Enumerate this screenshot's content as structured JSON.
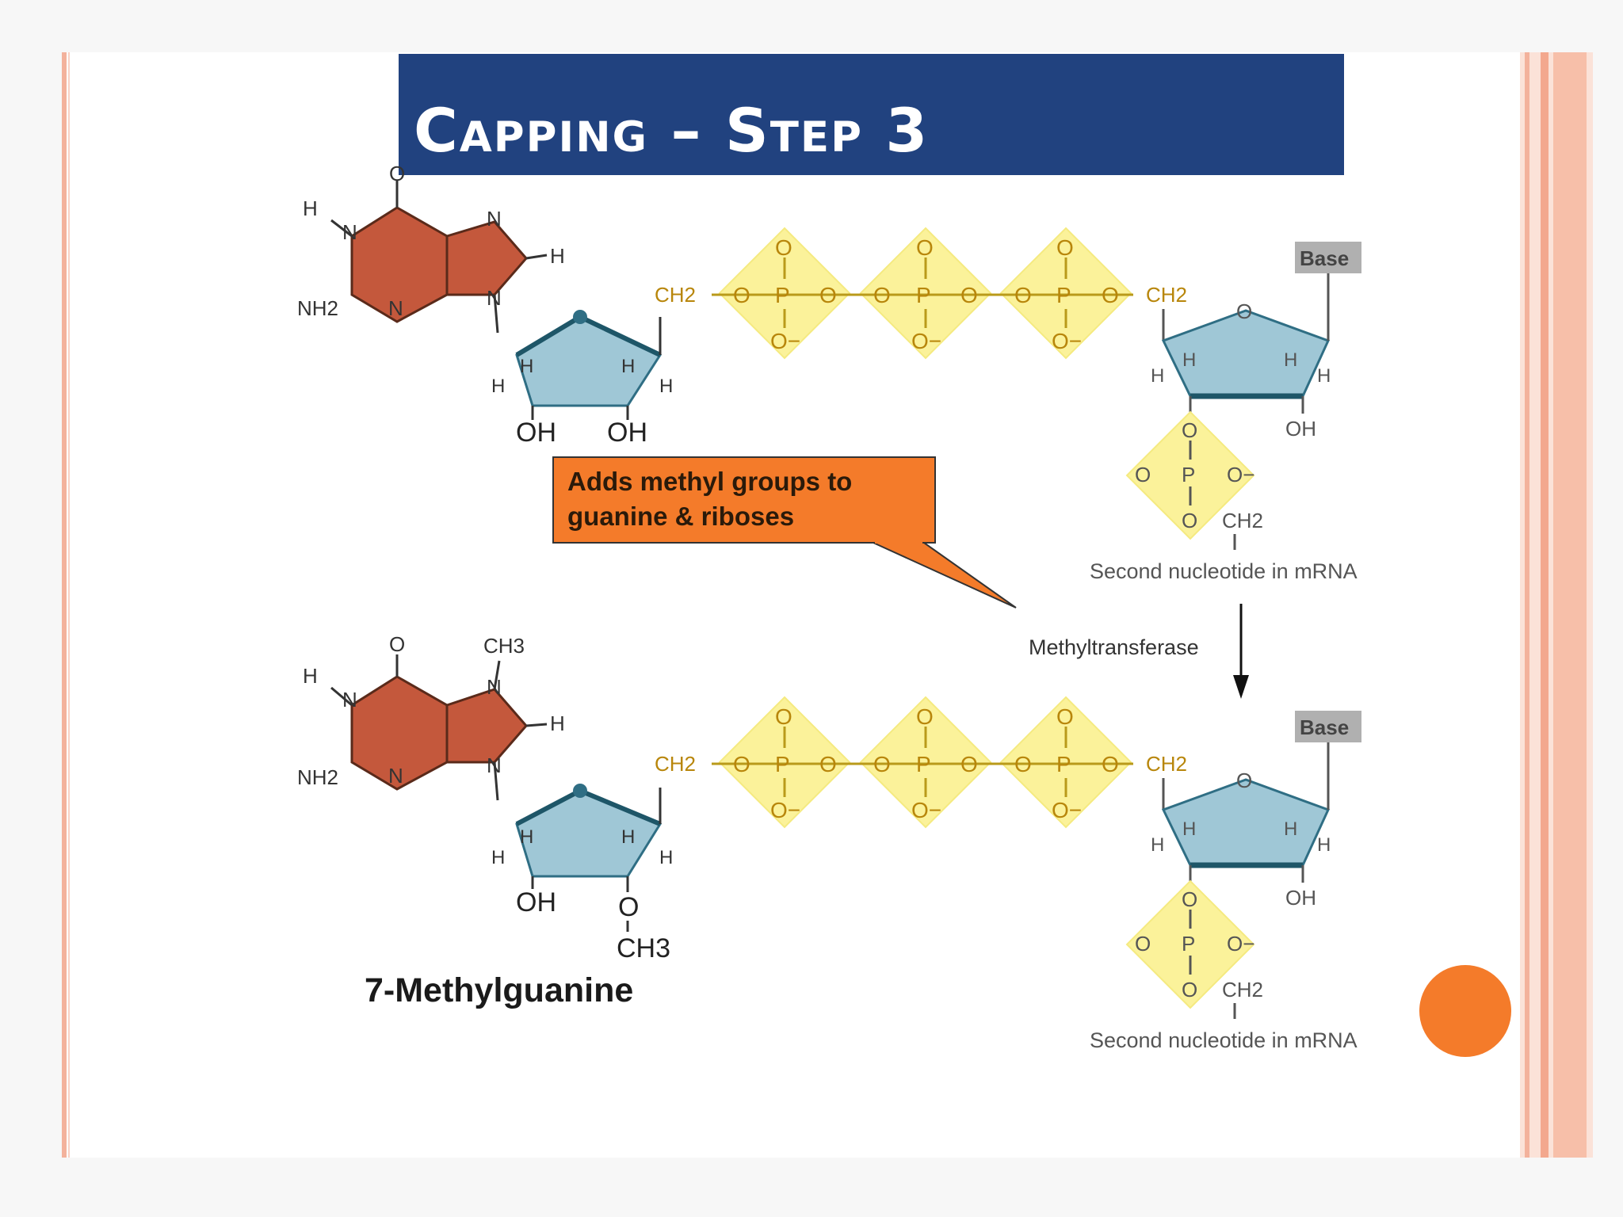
{
  "slide": {
    "title": "Capping – Step 3",
    "callout": "Adds methyl groups to guanine & riboses",
    "enzyme_label": "Methyltransferase",
    "product_name": "7-Methylguanine",
    "colors": {
      "title_bar": "#21427f",
      "accent_orange": "#f47b2a",
      "guanine": "#c4583c",
      "ribose": "#9fc7d6",
      "phosphate": "#fbf29a",
      "base_tag": "#b0b0b0",
      "border_stripe": "#f3b29c"
    }
  },
  "top_molecule": {
    "guanine": {
      "o": "O",
      "h_left": "H",
      "n1": "N",
      "nh2": "NH2",
      "n3": "N",
      "n7": "N",
      "n9": "N",
      "h8": "H"
    },
    "cap_ribose": {
      "h1": "H",
      "h2": "H",
      "h3": "H",
      "h4": "H",
      "oh2": "OH",
      "oh3": "OH"
    },
    "triphosphate": {
      "ch2_left": "CH2",
      "o": "O",
      "p": "P",
      "o_minus": "O−",
      "ch2_right": "CH2"
    },
    "second_nucleotide": {
      "base": "Base",
      "ring_o": "O",
      "h1": "H",
      "h2": "H",
      "h3": "H",
      "h4": "H",
      "oh": "OH",
      "phosphate_o": "O",
      "p": "P",
      "o_minus": "O−",
      "ch2": "CH2",
      "label": "Second nucleotide in mRNA"
    }
  },
  "bottom_molecule": {
    "guanine": {
      "o": "O",
      "h_left": "H",
      "n1": "N",
      "nh2": "NH2",
      "n3": "N",
      "n7": "N",
      "ch3": "CH3",
      "n9": "N",
      "h8": "H"
    },
    "cap_ribose": {
      "h1": "H",
      "h2": "H",
      "h3": "H",
      "h4": "H",
      "oh": "OH",
      "o": "O",
      "ch3": "CH3"
    },
    "triphosphate": {
      "ch2_left": "CH2",
      "o": "O",
      "p": "P",
      "o_minus": "O−",
      "ch2_right": "CH2"
    },
    "second_nucleotide": {
      "base": "Base",
      "ring_o": "O",
      "h1": "H",
      "h2": "H",
      "h3": "H",
      "h4": "H",
      "oh": "OH",
      "phosphate_o": "O",
      "p": "P",
      "o_minus": "O−",
      "ch2": "CH2",
      "label": "Second nucleotide in mRNA"
    }
  }
}
